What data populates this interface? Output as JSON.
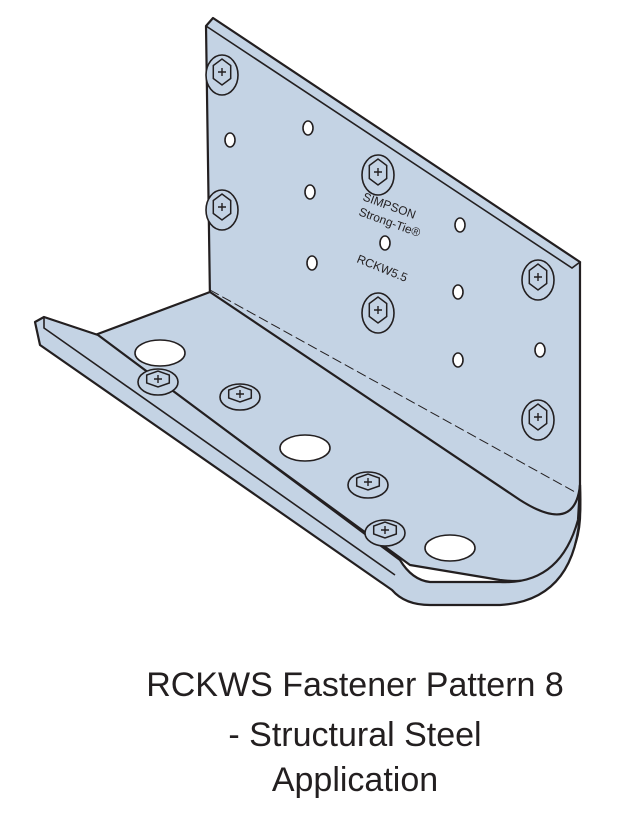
{
  "figure": {
    "plate_stamp": {
      "brand_line1": "SIMPSON",
      "brand_line2": "Strong-Tie®",
      "model": "RCKW5.5"
    },
    "colors": {
      "steel": "#c4d3e4",
      "outline": "#231f20"
    }
  },
  "caption": {
    "line1": "RCKWS Fastener Pattern 8",
    "line2": "- Structural Steel",
    "line3": "Application"
  }
}
